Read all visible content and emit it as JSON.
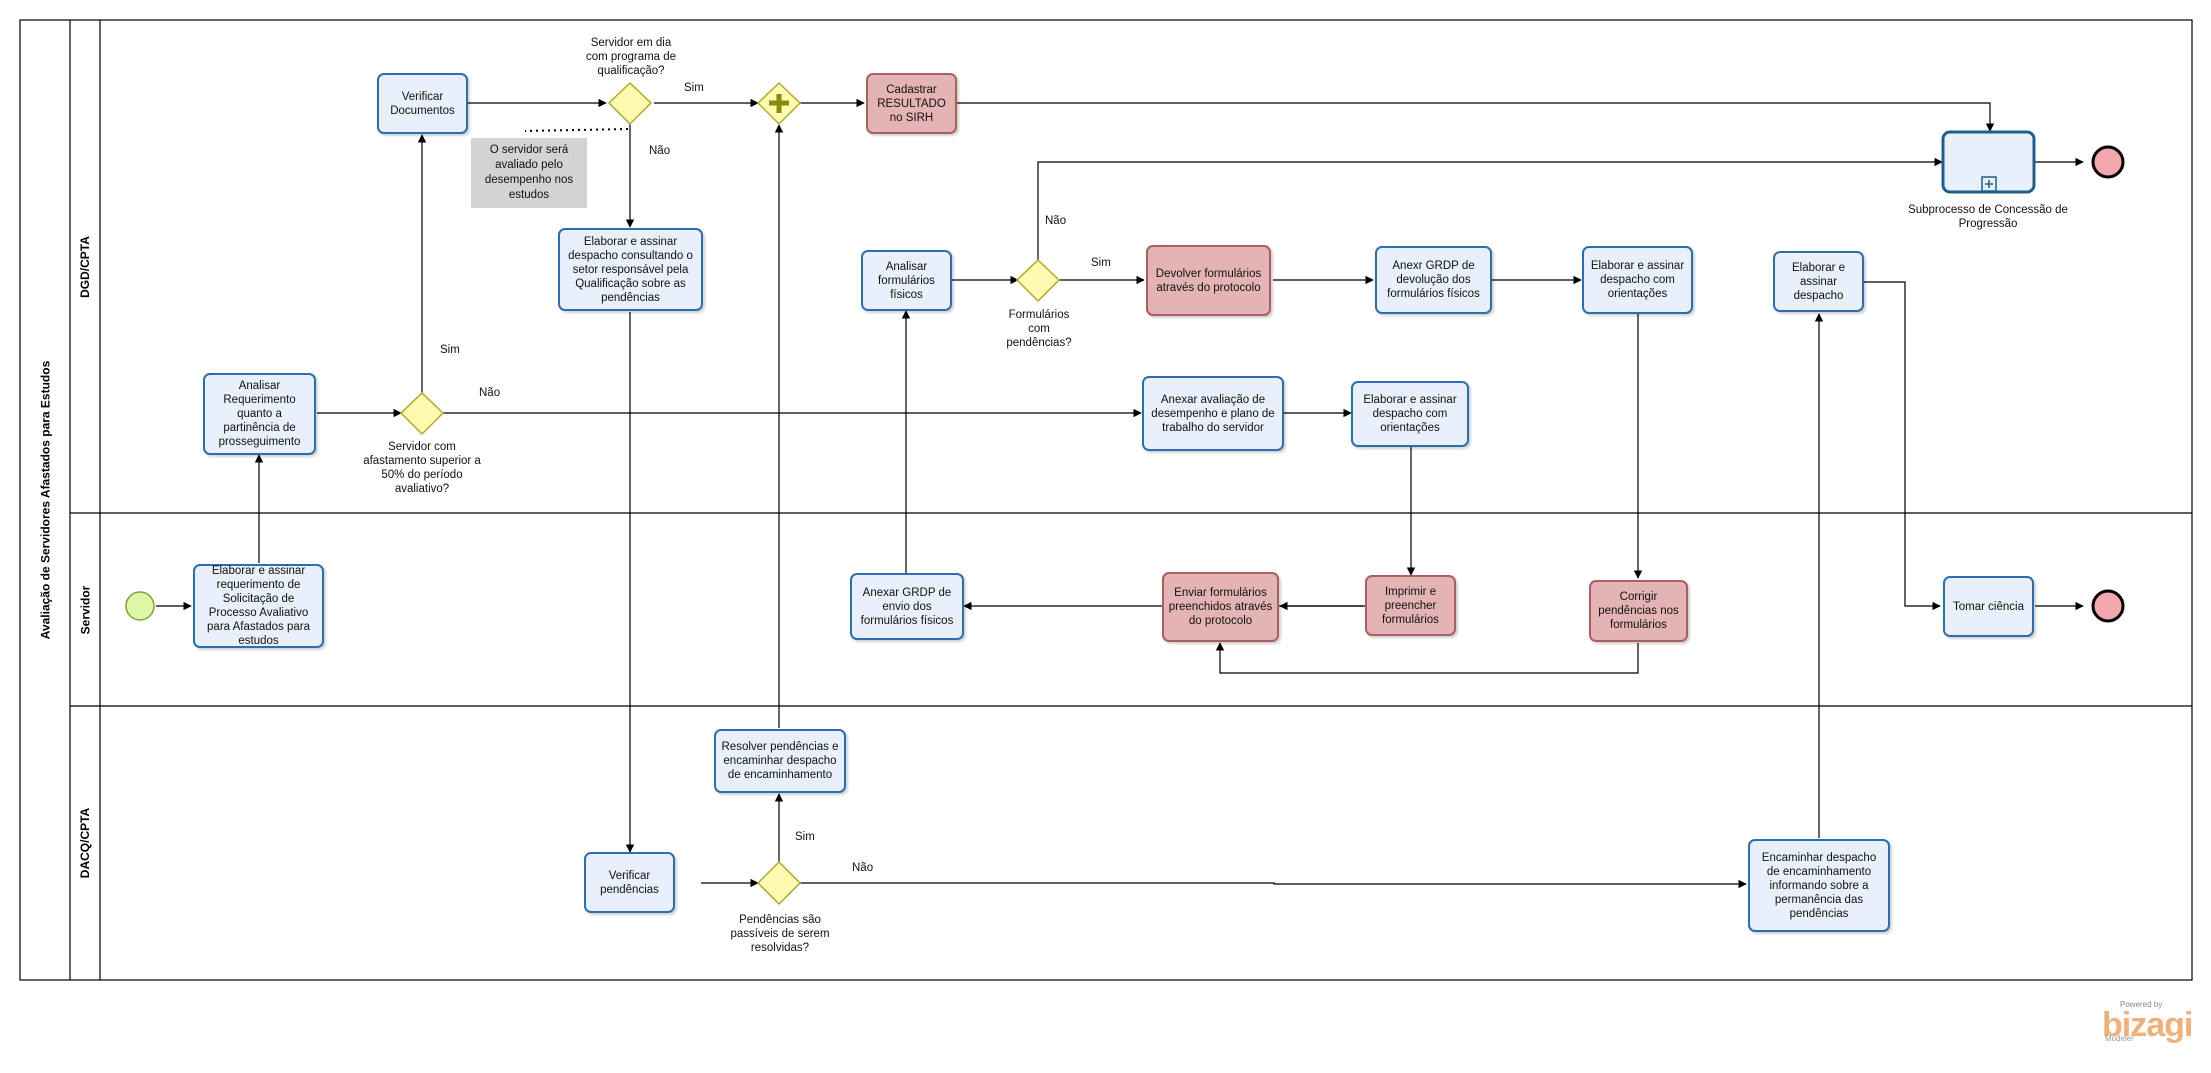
{
  "pool": {
    "title": "Avaliação de Servidores Afastados para Estudos"
  },
  "lanes": [
    {
      "label": "DGD/CPTA"
    },
    {
      "label": "Servidor"
    },
    {
      "label": "DACQ/CPTA"
    }
  ],
  "tasks": {
    "elaborar_requerimento": "Elaborar e assinar requerimento de Solicitação de Processo Avaliativo para Afastados para estudos",
    "analisar_requerimento": "Analisar Requerimento quanto a partinência de prosseguimento",
    "verificar_documentos": "Verificar Documentos",
    "elaborar_despacho_qualificacao": "Elaborar e assinar despacho consultando o setor responsável pela Qualificação sobre as pendências",
    "verificar_pendencias": "Verificar pendências",
    "resolver_pendencias": "Resolver pendências e encaminhar despacho de encaminhamento",
    "cadastrar_resultado": "Cadastrar RESULTADO no SIRH",
    "analisar_formularios": "Analisar formulários físicos",
    "anexar_grdp_envio": "Anexar GRDP de envio dos formulários físicos",
    "devolver_formularios": "Devolver formulários através do protocolo",
    "anexr_grdp_devolucao": "Anexr GRDP de devolução dos formulários físicos",
    "elaborar_despacho_orientacoes_top": "Elaborar e assinar despacho com orientações",
    "anexar_avaliacao": "Anexar avaliação de desempenho e plano de trabalho do servidor",
    "elaborar_despacho_orientacoes_mid": "Elaborar e assinar despacho com orientações",
    "imprimir_formularios": "Imprimir e preencher formulários",
    "enviar_formularios": "Enviar formulários preenchidos através do protocolo",
    "corrigir_pendencias": "Corrigir pendências nos formulários",
    "elaborar_despacho": "Elaborar e assinar despacho",
    "tomar_ciencia": "Tomar ciência",
    "encaminhar_despacho": "Encaminhar despacho de encaminhamento informando sobre a permanência das pendências"
  },
  "gateways": {
    "afastamento": "Servidor com afastamento superior a 50% do período avaliativo?",
    "programa_qualificacao": "Servidor em dia com programa de qualificação?",
    "formularios_pendencias": "Formulários com pendências?",
    "pendencias_resolviveis": "Pendências são passíveis de serem resolvidas?"
  },
  "flow_labels": {
    "yes": "Sim",
    "no": "Não"
  },
  "annotation": "O servidor será avaliado pelo desempenho nos estudos",
  "subprocess": {
    "label": "Subprocesso de Concessão de Progressão"
  },
  "branding": {
    "powered": "Powered by",
    "name": "bizagi",
    "product": "Modeler"
  },
  "colors": {
    "task_fill": "#e9f0fb",
    "task_border": "#2a6fb0",
    "task_red_fill": "#e4b4b4",
    "gateway_fill": "#fdfbb0",
    "start_fill": "#ddf7a3",
    "end_fill": "#f4a7ad"
  }
}
